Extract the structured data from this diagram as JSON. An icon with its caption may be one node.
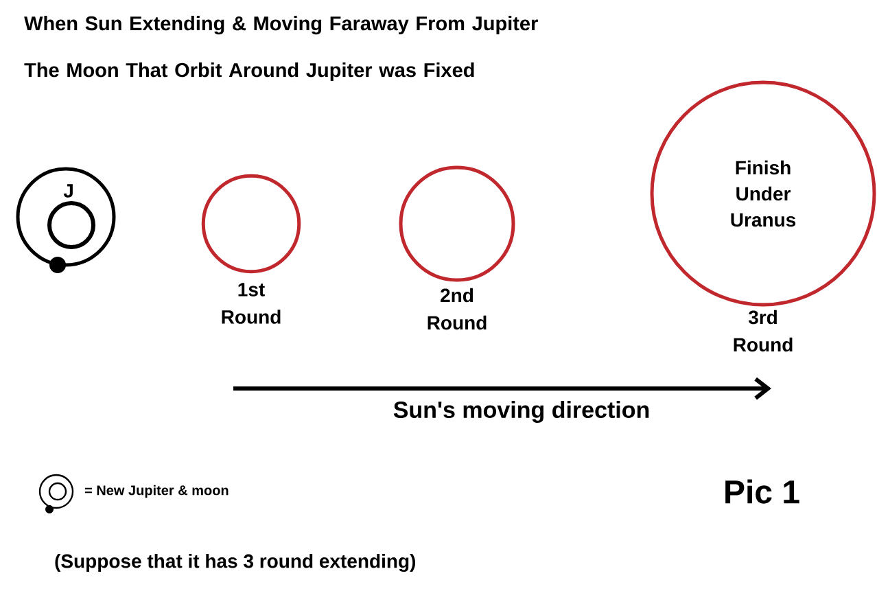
{
  "diagram": {
    "title": "When Sun Extending & Moving Faraway From Jupiter The Moon That Orbit Around Jupiter was Fixed",
    "nodes": [
      {
        "text": [
          "J"
        ]
      },
      {
        "text": [],
        "shape": "circle",
        "beside": [
          "1st Round"
        ]
      },
      {
        "text": [],
        "shape": "circle",
        "beside": [
          "2nd Round"
        ]
      },
      {
        "text": [
          "Finish Under Uranus"
        ],
        "beside": [
          "3rd Round"
        ]
      }
    ],
    "labels": [
      "Sun's moving direction",
      "Pic 1",
      "(Suppose that it has 3 round extending)"
    ],
    "legend": [
      {
        "text": "= New Jupiter & moon"
      }
    ]
  }
}
